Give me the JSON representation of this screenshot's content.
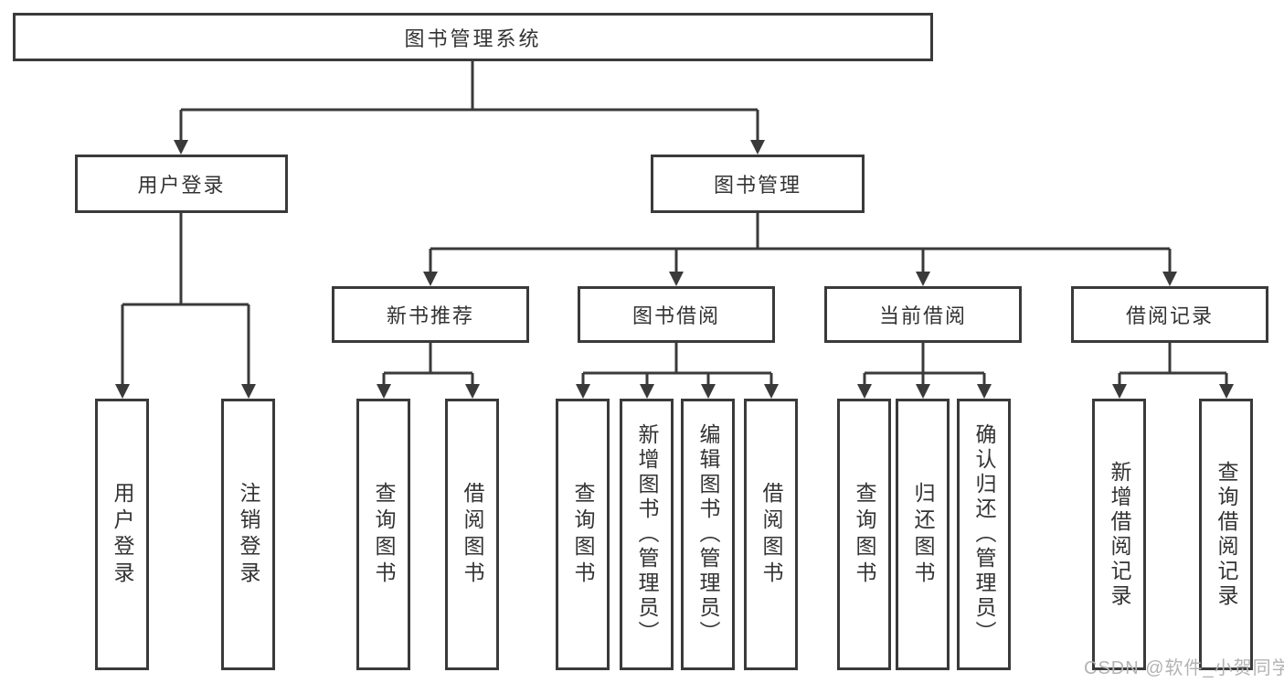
{
  "diagram": {
    "root": "图书管理系统",
    "level2": [
      "用户登录",
      "图书管理"
    ],
    "level3": [
      "新书推荐",
      "图书借阅",
      "当前借阅",
      "借阅记录"
    ],
    "leaves": {
      "login": [
        "用户登录",
        "注销登录"
      ],
      "new_books": [
        "查询图书",
        "借阅图书"
      ],
      "borrow": [
        "查询图书",
        "新增图书（管理员）",
        "编辑图书（管理员）",
        "借阅图书"
      ],
      "current": [
        "查询图书",
        "归还图书",
        "确认归还（管理员）"
      ],
      "records": [
        "新增借阅记录",
        "查询借阅记录"
      ]
    }
  },
  "watermark": "CSDN @软件_小贺同学",
  "colors": {
    "line": "#3a3a3a",
    "text": "#333333",
    "watermark": "#b3b3b3",
    "background": "#ffffff"
  }
}
